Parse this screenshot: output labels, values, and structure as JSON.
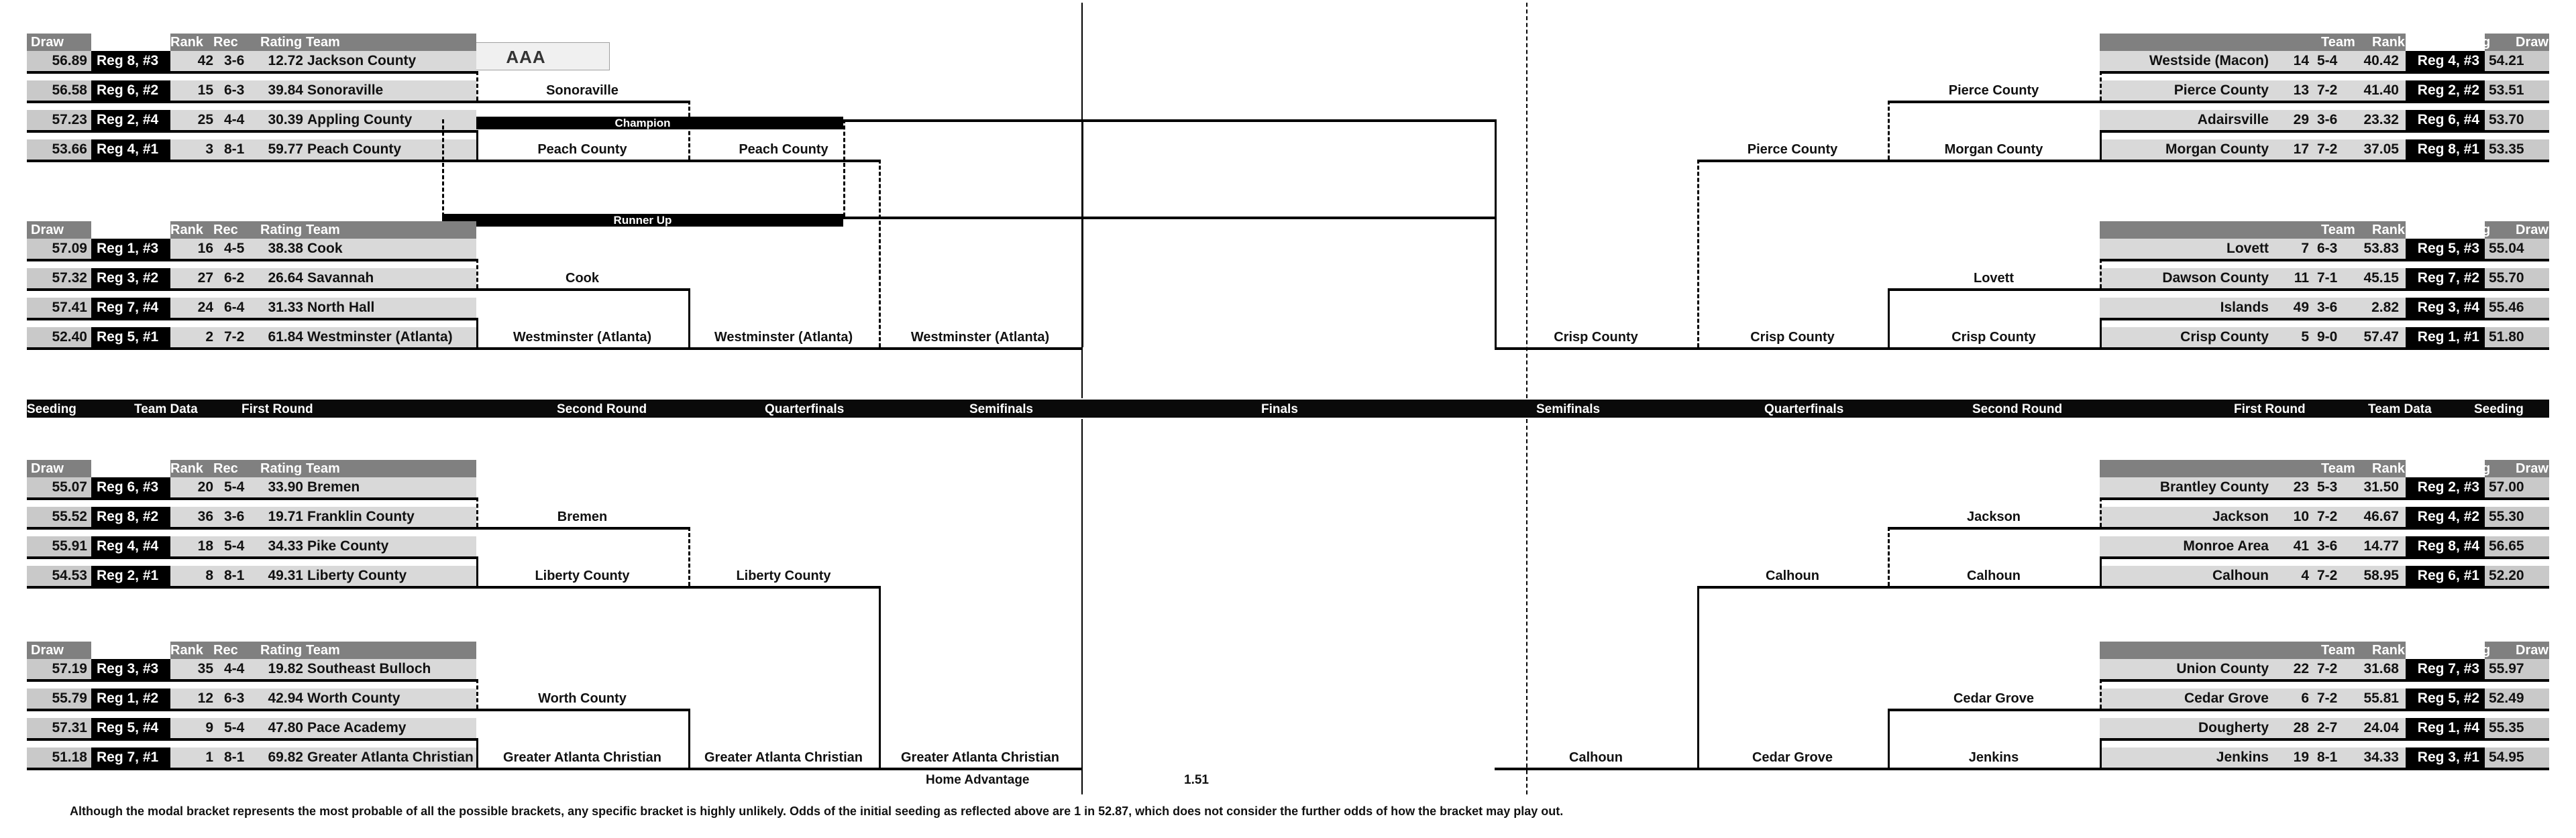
{
  "title": "AAA",
  "columns": {
    "draw": "Draw",
    "rank": "Rank",
    "rec": "Rec",
    "rating": "Rating",
    "team": "Team"
  },
  "results": {
    "champion": "Champion",
    "runner_up": "Runner Up"
  },
  "rounds": {
    "left": [
      "Seeding",
      "Team Data",
      "First Round",
      "Second Round",
      "Quarterfinals",
      "Semifinals"
    ],
    "center": [
      "Finals"
    ],
    "right": [
      "Semifinals",
      "Quarterfinals",
      "Second Round",
      "First Round",
      "Team Data",
      "Seeding"
    ]
  },
  "home_advantage": {
    "label": "Home Advantage",
    "value": "1.51"
  },
  "footnote": "Although the modal bracket represents the most probable of all the possible brackets, any specific bracket is highly unlikely.  Odds of the initial seeding as reflected above are 1 in 52.87, which does not consider the further odds of how the bracket may play out.",
  "teams": {
    "left_q1": [
      {
        "draw": "56.89",
        "seed": "Reg 8, #3",
        "rank": "42",
        "rec": "3-6",
        "rating": "12.72",
        "team": "Jackson County"
      },
      {
        "draw": "56.58",
        "seed": "Reg 6, #2",
        "rank": "15",
        "rec": "6-3",
        "rating": "39.84",
        "team": "Sonoraville"
      },
      {
        "draw": "57.23",
        "seed": "Reg 2, #4",
        "rank": "25",
        "rec": "4-4",
        "rating": "30.39",
        "team": "Appling County"
      },
      {
        "draw": "53.66",
        "seed": "Reg 4, #1",
        "rank": "3",
        "rec": "8-1",
        "rating": "59.77",
        "team": "Peach County"
      }
    ],
    "left_q2": [
      {
        "draw": "57.09",
        "seed": "Reg 1, #3",
        "rank": "16",
        "rec": "4-5",
        "rating": "38.38",
        "team": "Cook"
      },
      {
        "draw": "57.32",
        "seed": "Reg 3, #2",
        "rank": "27",
        "rec": "6-2",
        "rating": "26.64",
        "team": "Savannah"
      },
      {
        "draw": "57.41",
        "seed": "Reg 7, #4",
        "rank": "24",
        "rec": "6-4",
        "rating": "31.33",
        "team": "North Hall"
      },
      {
        "draw": "52.40",
        "seed": "Reg 5, #1",
        "rank": "2",
        "rec": "7-2",
        "rating": "61.84",
        "team": "Westminster (Atlanta)"
      }
    ],
    "left_q3": [
      {
        "draw": "55.07",
        "seed": "Reg 6, #3",
        "rank": "20",
        "rec": "5-4",
        "rating": "33.90",
        "team": "Bremen"
      },
      {
        "draw": "55.52",
        "seed": "Reg 8, #2",
        "rank": "36",
        "rec": "3-6",
        "rating": "19.71",
        "team": "Franklin County"
      },
      {
        "draw": "55.91",
        "seed": "Reg 4, #4",
        "rank": "18",
        "rec": "5-4",
        "rating": "34.33",
        "team": "Pike County"
      },
      {
        "draw": "54.53",
        "seed": "Reg 2, #1",
        "rank": "8",
        "rec": "8-1",
        "rating": "49.31",
        "team": "Liberty County"
      }
    ],
    "left_q4": [
      {
        "draw": "57.19",
        "seed": "Reg 3, #3",
        "rank": "35",
        "rec": "4-4",
        "rating": "19.82",
        "team": "Southeast Bulloch"
      },
      {
        "draw": "55.79",
        "seed": "Reg 1, #2",
        "rank": "12",
        "rec": "6-3",
        "rating": "42.94",
        "team": "Worth County"
      },
      {
        "draw": "57.31",
        "seed": "Reg 5, #4",
        "rank": "9",
        "rec": "5-4",
        "rating": "47.80",
        "team": "Pace Academy"
      },
      {
        "draw": "51.18",
        "seed": "Reg 7, #1",
        "rank": "1",
        "rec": "8-1",
        "rating": "69.82",
        "team": "Greater Atlanta Christian"
      }
    ],
    "right_q1": [
      {
        "draw": "54.21",
        "seed": "Reg 4, #3",
        "rank": "14",
        "rec": "5-4",
        "rating": "40.42",
        "team": "Westside (Macon)"
      },
      {
        "draw": "53.51",
        "seed": "Reg 2, #2",
        "rank": "13",
        "rec": "7-2",
        "rating": "41.40",
        "team": "Pierce County"
      },
      {
        "draw": "53.70",
        "seed": "Reg 6, #4",
        "rank": "29",
        "rec": "3-6",
        "rating": "23.32",
        "team": "Adairsville"
      },
      {
        "draw": "53.35",
        "seed": "Reg 8, #1",
        "rank": "17",
        "rec": "7-2",
        "rating": "37.05",
        "team": "Morgan County"
      }
    ],
    "right_q2": [
      {
        "draw": "55.04",
        "seed": "Reg 5, #3",
        "rank": "7",
        "rec": "6-3",
        "rating": "53.83",
        "team": "Lovett"
      },
      {
        "draw": "55.70",
        "seed": "Reg 7, #2",
        "rank": "11",
        "rec": "7-1",
        "rating": "45.15",
        "team": "Dawson County"
      },
      {
        "draw": "55.46",
        "seed": "Reg 3, #4",
        "rank": "49",
        "rec": "3-6",
        "rating": "2.82",
        "team": "Islands"
      },
      {
        "draw": "51.80",
        "seed": "Reg 1, #1",
        "rank": "5",
        "rec": "9-0",
        "rating": "57.47",
        "team": "Crisp County"
      }
    ],
    "right_q3": [
      {
        "draw": "57.00",
        "seed": "Reg 2, #3",
        "rank": "23",
        "rec": "5-3",
        "rating": "31.50",
        "team": "Brantley County"
      },
      {
        "draw": "55.30",
        "seed": "Reg 4, #2",
        "rank": "10",
        "rec": "7-2",
        "rating": "46.67",
        "team": "Jackson"
      },
      {
        "draw": "56.65",
        "seed": "Reg 8, #4",
        "rank": "41",
        "rec": "3-6",
        "rating": "14.77",
        "team": "Monroe Area"
      },
      {
        "draw": "52.20",
        "seed": "Reg 6, #1",
        "rank": "4",
        "rec": "7-2",
        "rating": "58.95",
        "team": "Calhoun"
      }
    ],
    "right_q4": [
      {
        "draw": "55.97",
        "seed": "Reg 7, #3",
        "rank": "22",
        "rec": "7-2",
        "rating": "31.68",
        "team": "Union County"
      },
      {
        "draw": "52.49",
        "seed": "Reg 5, #2",
        "rank": "6",
        "rec": "7-2",
        "rating": "55.81",
        "team": "Cedar Grove"
      },
      {
        "draw": "55.35",
        "seed": "Reg 1, #4",
        "rank": "28",
        "rec": "2-7",
        "rating": "24.04",
        "team": "Dougherty"
      },
      {
        "draw": "54.95",
        "seed": "Reg 3, #1",
        "rank": "19",
        "rec": "8-1",
        "rating": "34.33",
        "team": "Jenkins"
      }
    ]
  },
  "winners": {
    "left_r1": [
      "Sonoraville",
      "Peach County",
      "Cook",
      "Westminster (Atlanta)",
      "Bremen",
      "Liberty County",
      "Worth County",
      "Greater Atlanta Christian"
    ],
    "left_r2": [
      "Peach County",
      "Westminster (Atlanta)",
      "Liberty County",
      "Greater Atlanta Christian"
    ],
    "left_r3": [
      "Westminster (Atlanta)",
      "Greater Atlanta Christian"
    ],
    "right_r1": [
      "Pierce County",
      "Morgan County",
      "Lovett",
      "Crisp County",
      "Jackson",
      "Calhoun",
      "Cedar Grove",
      "Jenkins"
    ],
    "right_r2": [
      "Pierce County",
      "Crisp County",
      "Calhoun",
      "Cedar Grove"
    ],
    "right_r3": [
      "Crisp County",
      "Calhoun"
    ]
  }
}
